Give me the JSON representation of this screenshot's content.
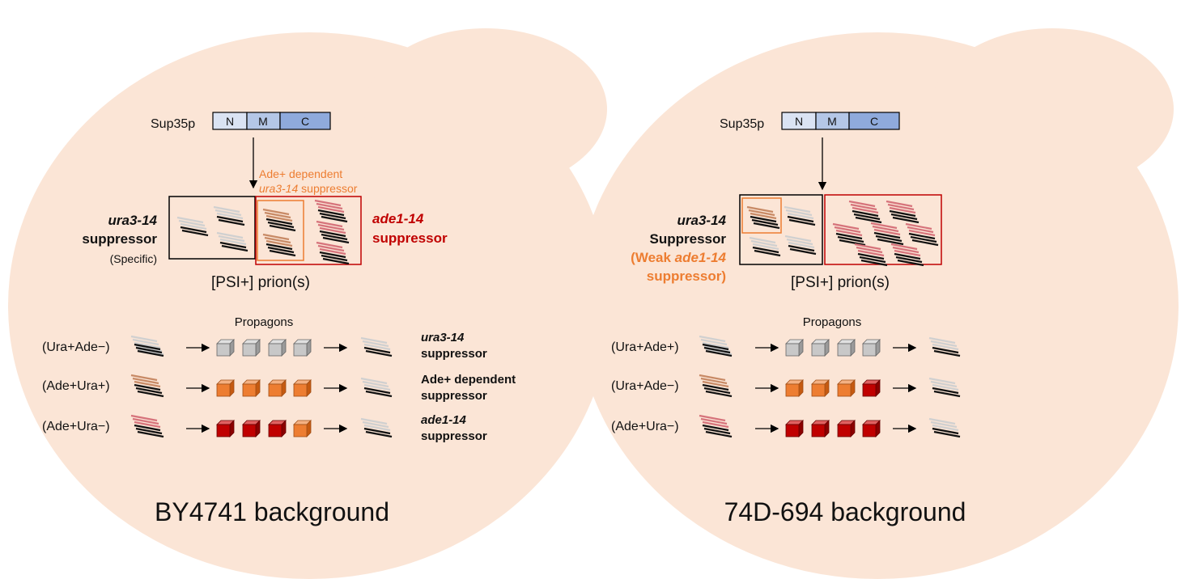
{
  "colors": {
    "cell": "#fbe5d6",
    "box_n": "#dae3f3",
    "box_m": "#b4c7e7",
    "box_c": "#8faadc",
    "orange": "#ed7d31",
    "dark_red": "#c00000",
    "grey_cube": "#c8c8c8",
    "orange_cube": "#ed7d31",
    "red_cube": "#c00000",
    "fiber_grey": "#c8c8c8",
    "fiber_orange": "#c88a66",
    "fiber_red": "#d6737b"
  },
  "panels": [
    {
      "protein_label": "Sup35p",
      "domains": [
        "N",
        "M",
        "C"
      ],
      "ade_dependent_label_1": "Ade+ dependent",
      "ade_dependent_label_2_italic": "ura3-14",
      "ade_dependent_label_2_rest": " suppressor",
      "left_label_1": "ura3-14",
      "left_label_2": "suppressor",
      "left_label_3": "(Specific)",
      "right_label_1": "ade1-14",
      "right_label_2": "suppressor",
      "prion_label": "[PSI+] prion(s)",
      "propagons_label": "Propagons",
      "rows": [
        {
          "label": "(Ura+Ade−)",
          "fiber": "grey",
          "cubes": [
            "grey",
            "grey",
            "grey",
            "grey"
          ],
          "out_1": "ura3-14",
          "out_2": "suppressor"
        },
        {
          "label": "(Ade+Ura+)",
          "fiber": "orange",
          "cubes": [
            "orange",
            "orange",
            "orange",
            "orange"
          ],
          "out_1": "Ade+ dependent",
          "out_2": "suppressor"
        },
        {
          "label": "(Ade+Ura−)",
          "fiber": "red",
          "cubes": [
            "red",
            "red",
            "red",
            "orange"
          ],
          "out_1": "ade1-14",
          "out_2": "suppressor"
        }
      ],
      "background_label": "BY4741 background"
    },
    {
      "protein_label": "Sup35p",
      "domains": [
        "N",
        "M",
        "C"
      ],
      "left_label_1": "ura3-14",
      "left_label_2": "Suppressor",
      "left_label_3a": "(Weak ",
      "left_label_3b": "ade1-14",
      "left_label_4": "suppressor)",
      "prion_label": "[PSI+] prion(s)",
      "propagons_label": "Propagons",
      "rows": [
        {
          "label": "(Ura+Ade+)",
          "fiber": "grey",
          "cubes": [
            "grey",
            "grey",
            "grey",
            "grey"
          ]
        },
        {
          "label": "(Ura+Ade−)",
          "fiber": "orange",
          "cubes": [
            "orange",
            "orange",
            "orange",
            "red"
          ]
        },
        {
          "label": "(Ade+Ura−)",
          "fiber": "red",
          "cubes": [
            "red",
            "red",
            "red",
            "red"
          ]
        }
      ],
      "background_label": "74D-694 background"
    }
  ]
}
